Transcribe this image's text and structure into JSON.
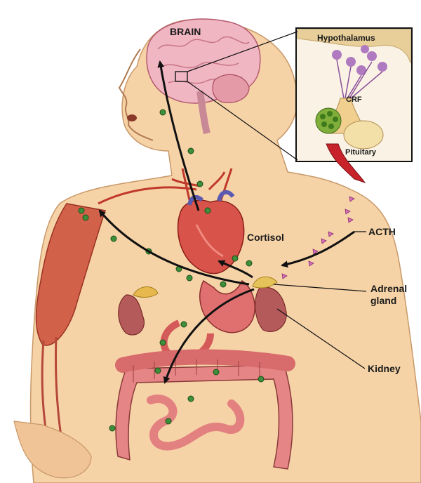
{
  "labels": {
    "brain": "BRAIN",
    "hypothalamus": "Hypothalamus",
    "crf": "CRF",
    "pituitary": "Pituitary",
    "acth": "ACTH",
    "cortisol": "Cortisol",
    "adrenal_line1": "Adrenal",
    "adrenal_line2": "gland",
    "kidney": "Kidney"
  }
}
